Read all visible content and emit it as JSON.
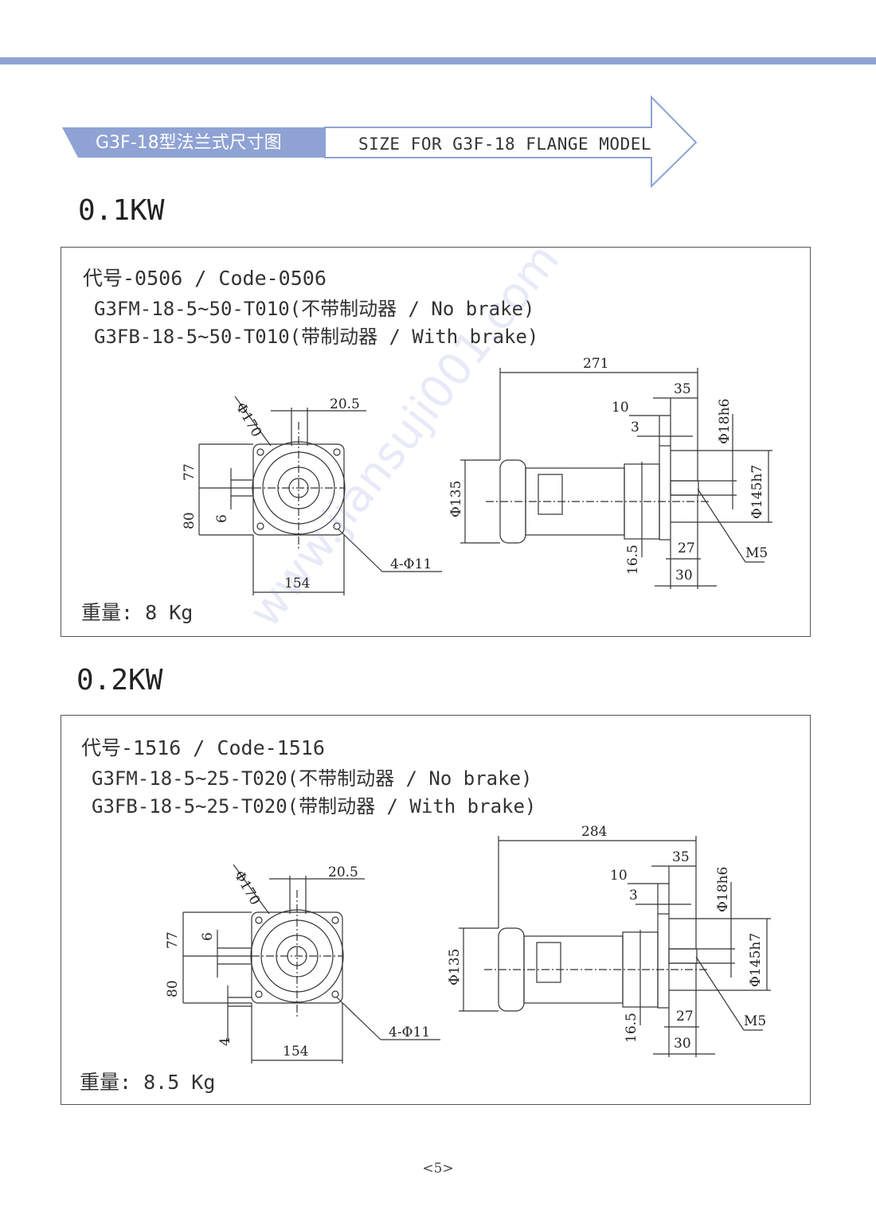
{
  "banner": {
    "title_cn": "G3F-18型法兰式尺寸图",
    "title_en": "SIZE FOR G3F-18 FLANGE MODEL"
  },
  "sections": [
    {
      "power": "0.1KW",
      "code": "代号-0506 / Code-0506",
      "model_no_brake": "G3FM-18-5~50-T010(不带制动器 / No brake)",
      "model_with_brake": "G3FB-18-5~50-T010(带制动器 / With brake)",
      "weight": "重量: 8 Kg",
      "front_dims": {
        "flange_dia": "Φ170",
        "offset": "20.5",
        "upper": "77",
        "lower": "80",
        "key": "6",
        "width": "154",
        "holes": "4-Φ11"
      },
      "side_dims": {
        "total": "271",
        "d35": "35",
        "d10": "10",
        "d3": "3",
        "shaft": "Φ18h6",
        "body": "Φ135",
        "pilot": "Φ145h7",
        "d16": "16.5",
        "d27": "27",
        "d30": "30",
        "thread": "M5"
      }
    },
    {
      "power": "0.2KW",
      "code": "代号-1516 / Code-1516",
      "model_no_brake": "G3FM-18-5~25-T020(不带制动器 / No brake)",
      "model_with_brake": "G3FB-18-5~25-T020(带制动器 / With brake)",
      "weight": "重量: 8.5 Kg",
      "front_dims": {
        "flange_dia": "Φ170",
        "offset": "20.5",
        "upper": "77",
        "lower": "80",
        "key": "6",
        "bottom": "4",
        "width": "154",
        "holes": "4-Φ11"
      },
      "side_dims": {
        "total": "284",
        "d35": "35",
        "d10": "10",
        "d3": "3",
        "shaft": "Φ18h6",
        "body": "Φ135",
        "pilot": "Φ145h7",
        "d16": "16.5",
        "d27": "27",
        "d30": "30",
        "thread": "M5"
      }
    }
  ],
  "watermark": "www.jiansuji001.com",
  "page_number": "<5>"
}
